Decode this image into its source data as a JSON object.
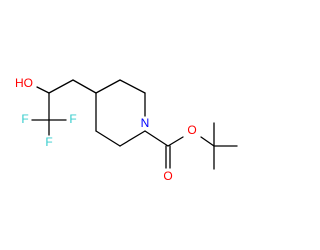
{
  "molecule": {
    "atoms": {
      "hydroxyl": {
        "text": "HO",
        "color": "#ff0000"
      },
      "fluorine_top_left": {
        "text": "F",
        "color": "#33cccc"
      },
      "fluorine_top_right": {
        "text": "F",
        "color": "#33cccc"
      },
      "fluorine_bottom": {
        "text": "F",
        "color": "#33cccc"
      },
      "ring_nitrogen": {
        "text": "N",
        "color": "#0000ff"
      },
      "carbonyl_oxygen": {
        "text": "O",
        "color": "#ff0000"
      },
      "ester_oxygen": {
        "text": "O",
        "color": "#ff0000"
      }
    },
    "bond_color": "#000000"
  }
}
